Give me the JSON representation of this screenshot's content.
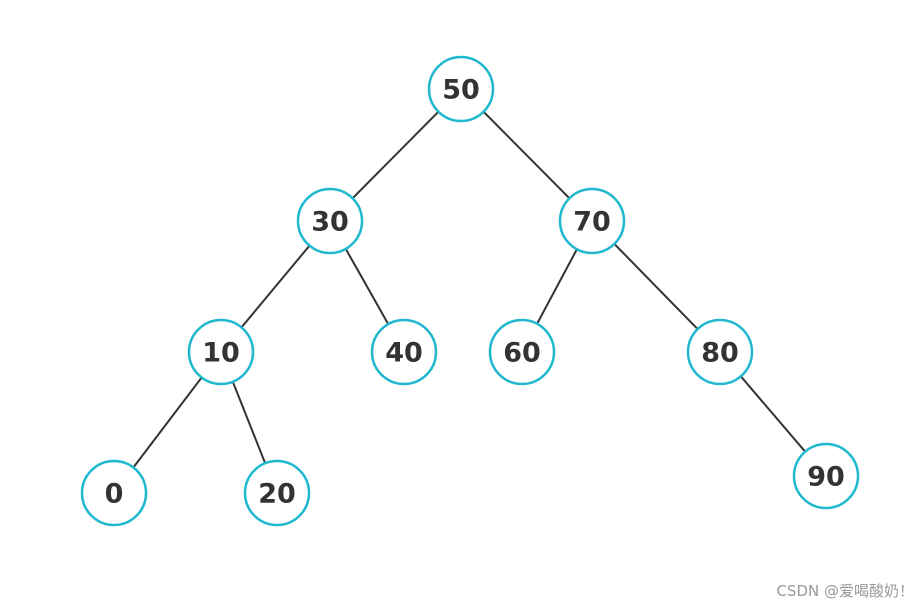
{
  "tree": {
    "node_stroke_color": "#1fb8cf",
    "edge_color": "#333333",
    "text_color": "#333333",
    "nodes": [
      {
        "id": "n50",
        "label": "50"
      },
      {
        "id": "n30",
        "label": "30"
      },
      {
        "id": "n70",
        "label": "70"
      },
      {
        "id": "n10",
        "label": "10"
      },
      {
        "id": "n40",
        "label": "40"
      },
      {
        "id": "n60",
        "label": "60"
      },
      {
        "id": "n80",
        "label": "80"
      },
      {
        "id": "n0",
        "label": "0"
      },
      {
        "id": "n20",
        "label": "20"
      },
      {
        "id": "n90",
        "label": "90"
      }
    ],
    "edges": [
      {
        "from": "n50",
        "to": "n30"
      },
      {
        "from": "n50",
        "to": "n70"
      },
      {
        "from": "n30",
        "to": "n10"
      },
      {
        "from": "n30",
        "to": "n40"
      },
      {
        "from": "n70",
        "to": "n60"
      },
      {
        "from": "n70",
        "to": "n80"
      },
      {
        "from": "n10",
        "to": "n0"
      },
      {
        "from": "n10",
        "to": "n20"
      },
      {
        "from": "n80",
        "to": "n90"
      }
    ]
  },
  "watermark": {
    "text": "CSDN @爱喝酸奶！"
  }
}
